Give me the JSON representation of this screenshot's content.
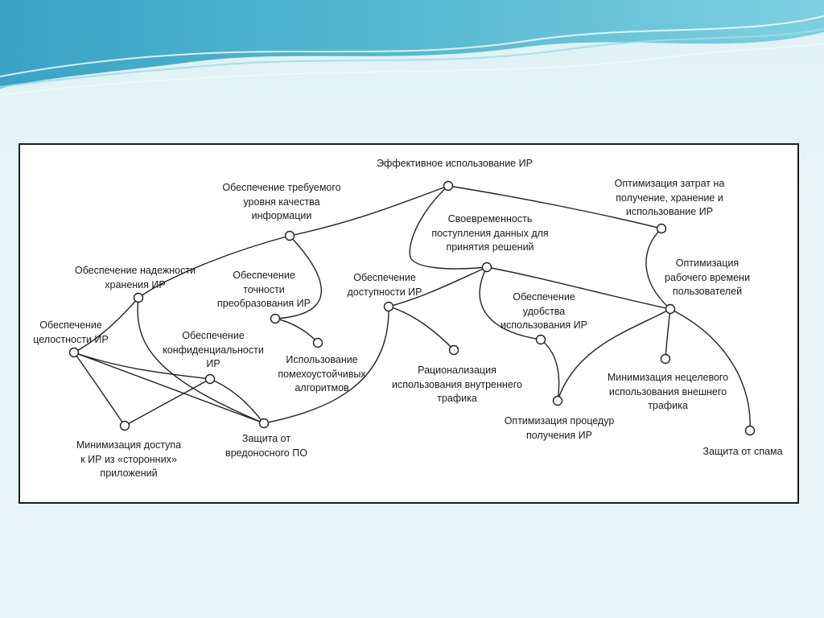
{
  "nodes": [
    {
      "id": "effective-use",
      "label": "Эффективное использование ИР"
    },
    {
      "id": "info-quality",
      "label": "Обеспечение требуемого\nуровня качества\nинформации"
    },
    {
      "id": "cost-optimization",
      "label": "Оптимизация затрат на\nполучение, хранение и\nиспользование ИР"
    },
    {
      "id": "timely-data",
      "label": "Своевременность\nпоступления данных для\nпринятия решений"
    },
    {
      "id": "storage-reliability",
      "label": "Обеспечение надежности\nхранения ИР"
    },
    {
      "id": "conversion-accuracy",
      "label": "Обеспечение\nточности\nпреобразования ИР"
    },
    {
      "id": "ir-availability",
      "label": "Обеспечение\nдоступности ИР"
    },
    {
      "id": "work-time-optimization",
      "label": "Оптимизация\nрабочего времени\nпользователей"
    },
    {
      "id": "ir-integrity",
      "label": "Обеспечение\nцелостности ИР"
    },
    {
      "id": "confidentiality",
      "label": "Обеспечение\nконфиденциальности\nИР"
    },
    {
      "id": "usage-convenience",
      "label": "Обеспечение\nудобства\nиспользования ИР"
    },
    {
      "id": "noise-resistant-algorithms",
      "label": "Использование\nпомехоустойчивых\nалгоритмов"
    },
    {
      "id": "internal-traffic",
      "label": "Рационализация\nиспользования внутреннего\nтрафика"
    },
    {
      "id": "external-traffic",
      "label": "Минимизация нецелевого\nиспользования внешнего\nтрафика"
    },
    {
      "id": "third-party-access",
      "label": "Минимизация доступа\nк ИР из «сторонних»\nприложений"
    },
    {
      "id": "malware-protection",
      "label": "Защита от\nвредоносного ПО"
    },
    {
      "id": "procedure-optimization",
      "label": "Оптимизация процедур\nполучения ИР"
    },
    {
      "id": "spam-protection",
      "label": "Защита от спама"
    }
  ]
}
